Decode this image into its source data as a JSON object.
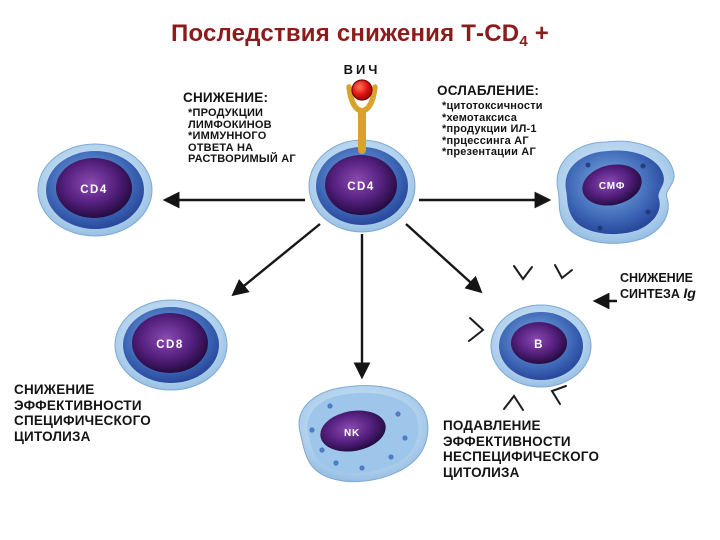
{
  "title": {
    "main": "Последствия снижения Т-CD",
    "subscript": "4",
    "suffix": " +",
    "color": "#8c1b1b"
  },
  "hiv_label": "ВИЧ",
  "decrease_block": {
    "heading": "СНИЖЕНИЕ:",
    "lines": [
      "*ПРОДУКЦИИ",
      "ЛИМФОКИНОВ",
      "*ИММУННОГО",
      "ОТВЕТА НА",
      "РАСТВОРИМЫЙ АГ"
    ]
  },
  "weakening_block": {
    "heading": "ОСЛАБЛЕНИЕ:",
    "lines": [
      "*цитотоксичности",
      "*хемотаксиса",
      "*продукции ИЛ-1",
      "*прцессинга АГ",
      "*презентации АГ"
    ]
  },
  "cells": {
    "cd4_left": "CD4",
    "cd4_center": "CD4",
    "smf": "СМФ",
    "cd8": "CD8",
    "nk": "NK",
    "b": "В"
  },
  "ig_caption": {
    "line1": "СНИЖЕНИЕ",
    "line2": "СИНТЕЗА",
    "ig": "Ig"
  },
  "specific_cytolysis_caption": {
    "lines": [
      "СНИЖЕНИЕ",
      "ЭФФЕКТИВНОСТИ",
      "СПЕЦИФИЧЕСКОГО",
      "ЦИТОЛИЗА"
    ]
  },
  "nonspecific_cytolysis_caption": {
    "lines": [
      "ПОДАВЛЕНИЕ",
      "ЭФФЕКТИВНОСТИ",
      "НЕСПЕЦИФИЧЕСКОГО",
      "ЦИТОЛИЗА"
    ]
  },
  "colors": {
    "title": "#8c1b1b",
    "text": "#141414",
    "cell_rim": "#b9d8ef",
    "cell_body": "#2f55a8",
    "nucleus": "#3a1260",
    "virus": "#e01414",
    "receptor": "#d9a22a"
  }
}
